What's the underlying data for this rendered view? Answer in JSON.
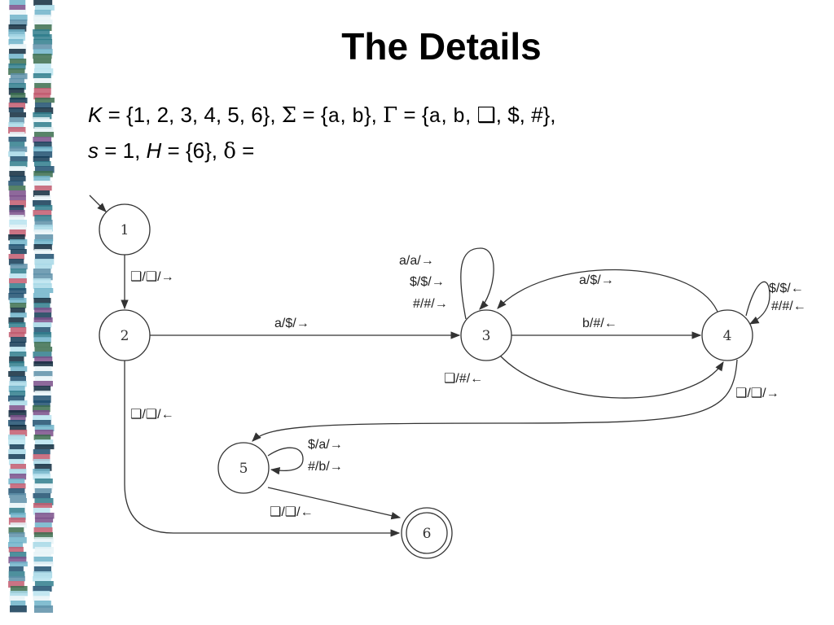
{
  "slide": {
    "title": "The Details"
  },
  "definition": {
    "line1": [
      {
        "t": "K",
        "s": "it"
      },
      {
        "t": " = {1, 2, 3, 4, 5, 6}, "
      },
      {
        "t": "Σ",
        "s": "sym"
      },
      {
        "t": " = {"
      },
      {
        "t": "a",
        "s": "mono"
      },
      {
        "t": ", "
      },
      {
        "t": "b",
        "s": "mono"
      },
      {
        "t": "}, "
      },
      {
        "t": "Γ",
        "s": "sym"
      },
      {
        "t": " = {"
      },
      {
        "t": "a",
        "s": "mono"
      },
      {
        "t": ", "
      },
      {
        "t": "b",
        "s": "mono"
      },
      {
        "t": ", ❑, $, #},"
      }
    ],
    "line2": [
      {
        "t": "s",
        "s": "it"
      },
      {
        "t": " = 1,  "
      },
      {
        "t": "H",
        "s": "it"
      },
      {
        "t": " = {6}, "
      },
      {
        "t": "δ",
        "s": "sym"
      },
      {
        "t": " ="
      }
    ]
  },
  "diagram": {
    "states": [
      {
        "id": "1",
        "label": "1",
        "start": true,
        "halting": false
      },
      {
        "id": "2",
        "label": "2",
        "start": false,
        "halting": false
      },
      {
        "id": "3",
        "label": "3",
        "start": false,
        "halting": false
      },
      {
        "id": "4",
        "label": "4",
        "start": false,
        "halting": false
      },
      {
        "id": "5",
        "label": "5",
        "start": false,
        "halting": false
      },
      {
        "id": "6",
        "label": "6",
        "start": false,
        "halting": true
      }
    ],
    "transitions": [
      {
        "from": "1",
        "to": "2",
        "labels": [
          "❑/❑/→"
        ]
      },
      {
        "from": "2",
        "to": "3",
        "labels": [
          "a/$/→"
        ]
      },
      {
        "from": "2",
        "to": "6",
        "labels": [
          "❑/❑/←"
        ]
      },
      {
        "from": "3",
        "to": "3",
        "labels": [
          "a/a/→",
          "$/$/→",
          "#/#/→"
        ]
      },
      {
        "from": "3",
        "to": "4",
        "labels": [
          "b/#/←"
        ]
      },
      {
        "from": "3",
        "to": "4",
        "labels": [
          "❑/#/←"
        ]
      },
      {
        "from": "4",
        "to": "3",
        "labels": [
          "a/$/→"
        ]
      },
      {
        "from": "4",
        "to": "4",
        "labels": [
          "$/$/←",
          "#/#/←"
        ]
      },
      {
        "from": "4",
        "to": "5",
        "labels": [
          "❑/❑/→"
        ]
      },
      {
        "from": "5",
        "to": "5",
        "labels": [
          "$/a/→",
          "#/b/→"
        ]
      },
      {
        "from": "5",
        "to": "6",
        "labels": [
          "❑/❑/←"
        ]
      }
    ]
  },
  "colors": {
    "deco_palette": [
      "#1d4f6e",
      "#2f7d8c",
      "#6fb3c9",
      "#a7d8e6",
      "#123a55",
      "#5d8fa8",
      "#b9e3ef",
      "#3b6d4e",
      "#c25b6e",
      "#e7f3f7",
      "#7a4f8a",
      "#0f2a3d"
    ]
  }
}
